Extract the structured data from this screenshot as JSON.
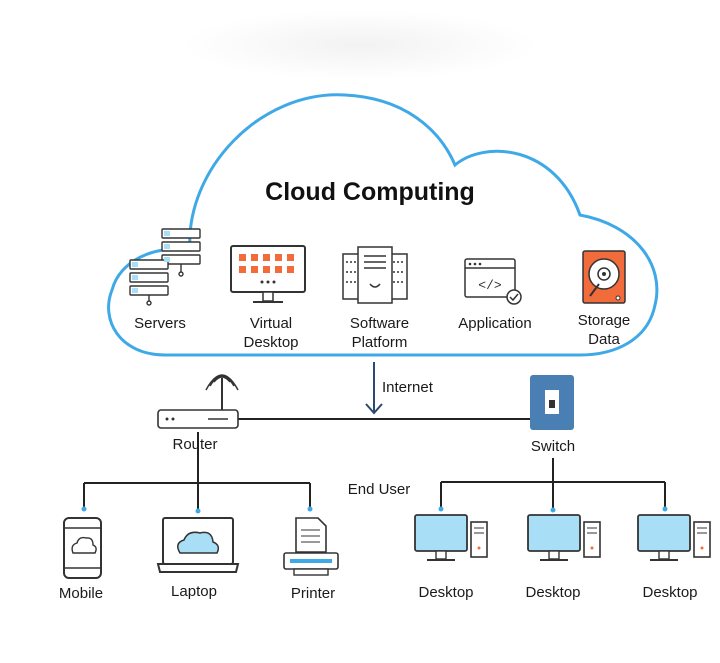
{
  "title": "Cloud Computing",
  "cloud_services": [
    {
      "label": "Servers",
      "icon": "server-rack-icon"
    },
    {
      "label": "Virtual\nDesktop",
      "icon": "virtual-desktop-icon"
    },
    {
      "label": "Software\nPlatform",
      "icon": "software-platform-icon"
    },
    {
      "label": "Application",
      "icon": "application-code-icon"
    },
    {
      "label": "Storage\nData",
      "icon": "storage-disk-icon"
    }
  ],
  "network": {
    "internet": "Internet",
    "router": "Router",
    "switch": "Switch",
    "end_user": "End User"
  },
  "router_devices": [
    {
      "label": "Mobile",
      "icon": "mobile-cloud-icon"
    },
    {
      "label": "Laptop",
      "icon": "laptop-cloud-icon"
    },
    {
      "label": "Printer",
      "icon": "printer-icon"
    }
  ],
  "switch_devices": [
    {
      "label": "Desktop",
      "icon": "desktop-computer-icon"
    },
    {
      "label": "Desktop",
      "icon": "desktop-computer-icon"
    },
    {
      "label": "Desktop",
      "icon": "desktop-computer-icon"
    }
  ],
  "colors": {
    "cloud_outline": "#3fa9e8",
    "accent_orange": "#f26b3a",
    "screen_blue": "#a9dff6",
    "switch_blue": "#4a7fb4",
    "line": "#222222",
    "arrow": "#2b4a6f"
  }
}
